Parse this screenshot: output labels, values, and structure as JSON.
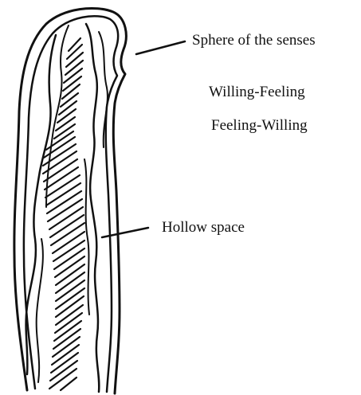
{
  "labels": {
    "sphere_of_senses": "Sphere of the senses",
    "willing_feeling": "Willing-Feeling",
    "feeling_willing": "Feeling-Willing",
    "hollow_space": "Hollow space"
  },
  "colors": {
    "ink": "#111111",
    "background": "#ffffff"
  }
}
